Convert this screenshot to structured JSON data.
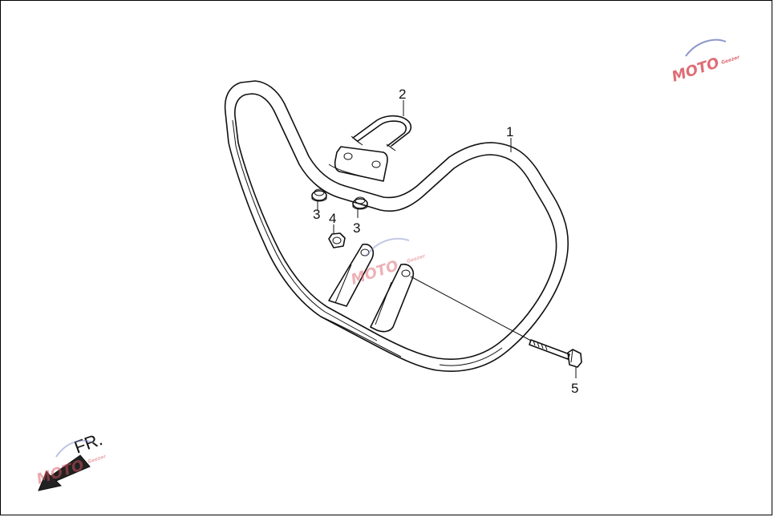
{
  "diagram": {
    "callouts": [
      {
        "id": "1",
        "label": "1"
      },
      {
        "id": "2",
        "label": "2"
      },
      {
        "id": "3a",
        "label": "3"
      },
      {
        "id": "3b",
        "label": "3"
      },
      {
        "id": "4",
        "label": "4"
      },
      {
        "id": "5",
        "label": "5"
      }
    ],
    "direction_label": "FR."
  },
  "watermark": {
    "text": "MOTO",
    "subtext": "Geezer"
  },
  "colors": {
    "line": "#111111",
    "background": "#ffffff",
    "watermark_red": "#d9545e",
    "watermark_blue": "#7b86c4",
    "arrow": "#222222"
  }
}
